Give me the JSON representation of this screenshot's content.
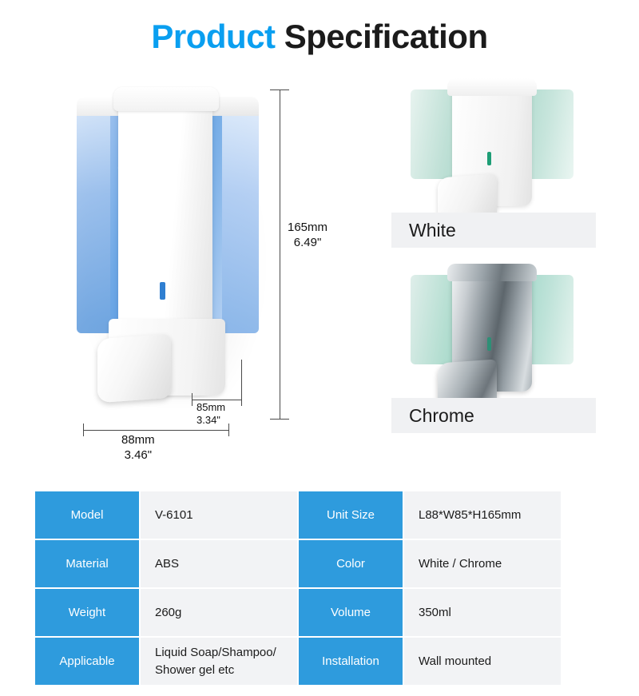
{
  "title": {
    "accent_word": "Product",
    "rest_word": " Specification"
  },
  "dimensions": {
    "height_mm": "165mm",
    "height_in": "6.49\"",
    "depth_mm": "85mm",
    "depth_in": "3.34\"",
    "width_mm": "88mm",
    "width_in": "3.46\""
  },
  "variants": [
    {
      "label": "White",
      "color_hex": "#ffffff"
    },
    {
      "label": "Chrome",
      "color_hex": "#9aa3a9"
    }
  ],
  "spec_table": {
    "rows": [
      {
        "left_key": "Model",
        "left_value": "V-6101",
        "right_key": "Unit Size",
        "right_value": "L88*W85*H165mm"
      },
      {
        "left_key": "Material",
        "left_value": "ABS",
        "right_key": "Color",
        "right_value": "White / Chrome"
      },
      {
        "left_key": "Weight",
        "left_value": "260g",
        "right_key": "Volume",
        "right_value": "350ml"
      },
      {
        "left_key": "Applicable",
        "left_value": "Liquid Soap/Shampoo/\nShower gel etc",
        "right_key": "Installation",
        "right_value": "Wall mounted"
      }
    ]
  },
  "colors": {
    "accent_blue": "#0a9ff0",
    "table_key_blue": "#2e9bdd",
    "table_value_grey": "#f2f3f5",
    "plate_grey": "#f0f1f3"
  }
}
